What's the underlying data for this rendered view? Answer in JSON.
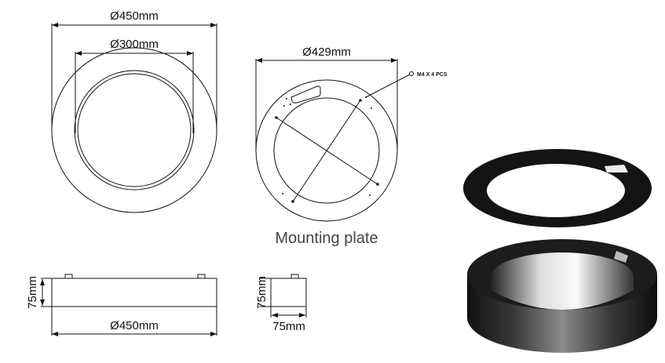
{
  "top_view": {
    "outer_diameter_label": "Ø450mm",
    "inner_diameter_label": "Ø300mm"
  },
  "mounting_plate": {
    "diameter_label": "Ø429mm",
    "screw_label": "M4 X 4  PCS",
    "caption": "Mounting plate"
  },
  "side_view": {
    "height_label": "75mm",
    "diameter_label": "Ø450mm"
  },
  "section_view": {
    "height_label": "75mm",
    "width_label": "75mm"
  },
  "colors": {
    "line": "#111111",
    "caption": "#444444",
    "ring_dark": "#1a1a1a"
  }
}
